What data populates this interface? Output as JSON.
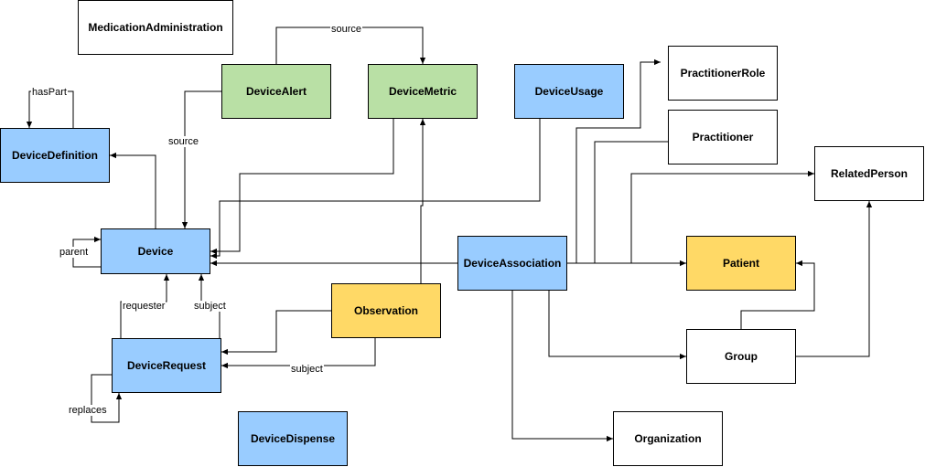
{
  "colors": {
    "blue": "#99ccff",
    "green": "#b9e0a5",
    "yellow": "#ffd966",
    "white": "#ffffff",
    "line": "#000000"
  },
  "nodes": {
    "medication_administration": {
      "label": "MedicationAdministration",
      "color": "#ffffff"
    },
    "device_alert": {
      "label": "DeviceAlert",
      "color": "#b9e0a5"
    },
    "device_metric": {
      "label": "DeviceMetric",
      "color": "#b9e0a5"
    },
    "device_usage": {
      "label": "DeviceUsage",
      "color": "#99ccff"
    },
    "practitioner_role": {
      "label": "PractitionerRole",
      "color": "#ffffff"
    },
    "device_definition": {
      "label": "DeviceDefinition",
      "color": "#99ccff"
    },
    "practitioner": {
      "label": "Practitioner",
      "color": "#ffffff"
    },
    "related_person": {
      "label": "RelatedPerson",
      "color": "#ffffff"
    },
    "device": {
      "label": "Device",
      "color": "#99ccff"
    },
    "device_association": {
      "label": "DeviceAssociation",
      "color": "#99ccff"
    },
    "patient": {
      "label": "Patient",
      "color": "#ffd966"
    },
    "observation": {
      "label": "Observation",
      "color": "#ffd966"
    },
    "device_request": {
      "label": "DeviceRequest",
      "color": "#99ccff"
    },
    "group": {
      "label": "Group",
      "color": "#ffffff"
    },
    "device_dispense": {
      "label": "DeviceDispense",
      "color": "#99ccff"
    },
    "organization": {
      "label": "Organization",
      "color": "#ffffff"
    }
  },
  "edge_labels": {
    "source_top": "source",
    "source_left": "source",
    "has_part": "hasPart",
    "parent": "parent",
    "requester": "requester",
    "subject_device": "subject",
    "subject_observation": "subject",
    "replaces": "replaces"
  }
}
